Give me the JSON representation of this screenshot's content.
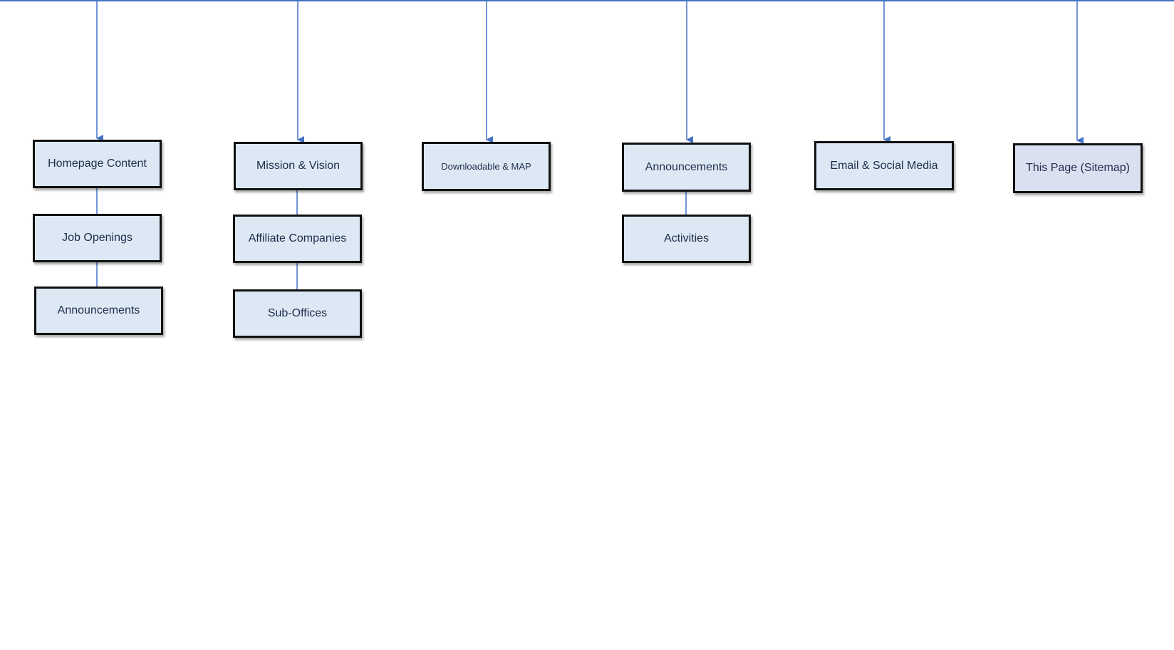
{
  "diagram": {
    "title": "",
    "line_color": "#4472c4",
    "box_fill": "#dce8f4",
    "box_fill_highlight": "#dbe0f1",
    "box_border": "#111111",
    "text_color": "#1f2d4a",
    "columns": [
      {
        "id": "col1",
        "top": "Homepage Content",
        "children": [
          "Job Openings",
          "Announcements"
        ]
      },
      {
        "id": "col2",
        "top": "Mission & Vision",
        "children": [
          "Affiliate Companies",
          "Sub-Offices"
        ]
      },
      {
        "id": "col3",
        "top": "Downloadable & MAP",
        "children": []
      },
      {
        "id": "col4",
        "top": "Announcements",
        "children": [
          "Activities"
        ]
      },
      {
        "id": "col5",
        "top": "Email & Social Media",
        "children": []
      },
      {
        "id": "col6",
        "top": "This Page (Sitemap)",
        "children": []
      }
    ]
  }
}
